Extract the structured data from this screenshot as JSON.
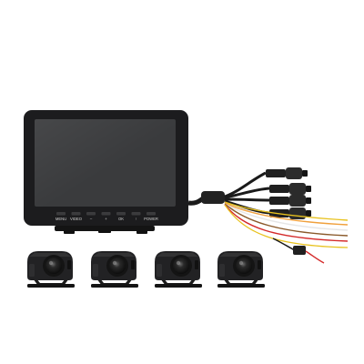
{
  "product": {
    "monitor": {
      "button_labels": [
        "MENU",
        "VIDEO",
        "–",
        "+",
        "OK",
        "↑",
        "POWER"
      ]
    },
    "camera_count": 4,
    "colors": {
      "background": "#ffffff",
      "monitor_body": "#1c1c1e",
      "screen": "#3a3b3d",
      "cable": "#1a1a1a",
      "wire_red": "#d42a2a",
      "wire_yellow": "#e8c21e",
      "wire_orange": "#f0a03c",
      "wire_white": "#e6e6e6",
      "wire_brown": "#8a5a2b"
    },
    "icons": [
      "monitor-icon",
      "camera-icon",
      "connector-icon",
      "fuse-holder-icon"
    ]
  }
}
